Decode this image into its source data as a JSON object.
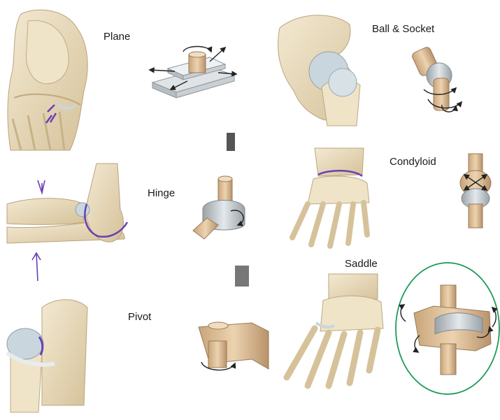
{
  "labels": {
    "plane": "Plane",
    "ball_socket": "Ball & Socket",
    "hinge": "Hinge",
    "condyloid": "Condyloid",
    "saddle": "Saddle",
    "pivot": "Pivot"
  },
  "colors": {
    "bone": "#e9dcc0",
    "bone_shade": "#cdb98f",
    "cartilage": "#c9d6dd",
    "annotation_purple": "#6a3fb5",
    "annotation_green": "#1f9a5a",
    "model_tan": "#d9b98f",
    "model_gray": "#c3c8cc"
  },
  "icons": [
    "rotation-arrow-icon",
    "direction-arrow-icon"
  ]
}
